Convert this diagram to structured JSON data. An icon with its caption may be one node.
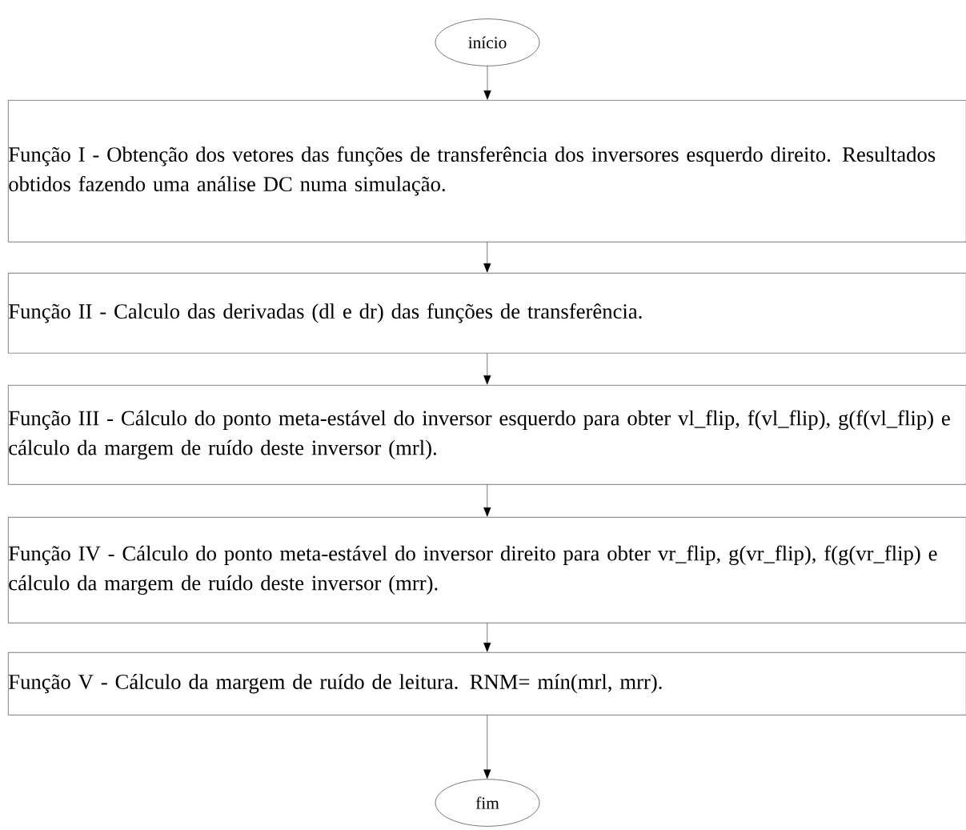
{
  "diagram": {
    "nodes": [
      {
        "text": [
          "início"
        ]
      },
      {
        "text": [
          "Função I - Obtenção dos vetores das funções de transferência dos inversores esquerdo direito. Resultados obtidos fazendo uma análise DC numa simulação."
        ]
      },
      {
        "text": [
          "Função II - Calculo das derivadas (dl e dr) das funções de transferência."
        ]
      },
      {
        "text": [
          "Função III - Cálculo do ponto meta-estável do inversor esquerdo para obter vl_flip, f(vl_flip), g(f(vl_flip) e  cálculo da margem de ruído deste inversor (mrl)."
        ]
      },
      {
        "text": [
          "Função IV - Cálculo do ponto meta-estável do inversor direito para obter vr_flip, g(vr_flip), f(g(vr_flip) e  cálculo da margem de ruído deste inversor (mrr)."
        ]
      },
      {
        "text": [
          "Função V - Cálculo da margem de ruído de leitura. RNM= mín(mrl, mrr)."
        ]
      },
      {
        "text": [
          "fim"
        ]
      }
    ],
    "edges": [
      {
        "from": 0,
        "to": 1,
        "arrow": "to"
      },
      {
        "from": 1,
        "to": 2,
        "arrow": "to"
      },
      {
        "from": 2,
        "to": 3,
        "arrow": "to"
      },
      {
        "from": 3,
        "to": 4,
        "arrow": "to"
      },
      {
        "from": 4,
        "to": 5,
        "arrow": "to"
      },
      {
        "from": 5,
        "to": 6,
        "arrow": "to"
      }
    ]
  }
}
